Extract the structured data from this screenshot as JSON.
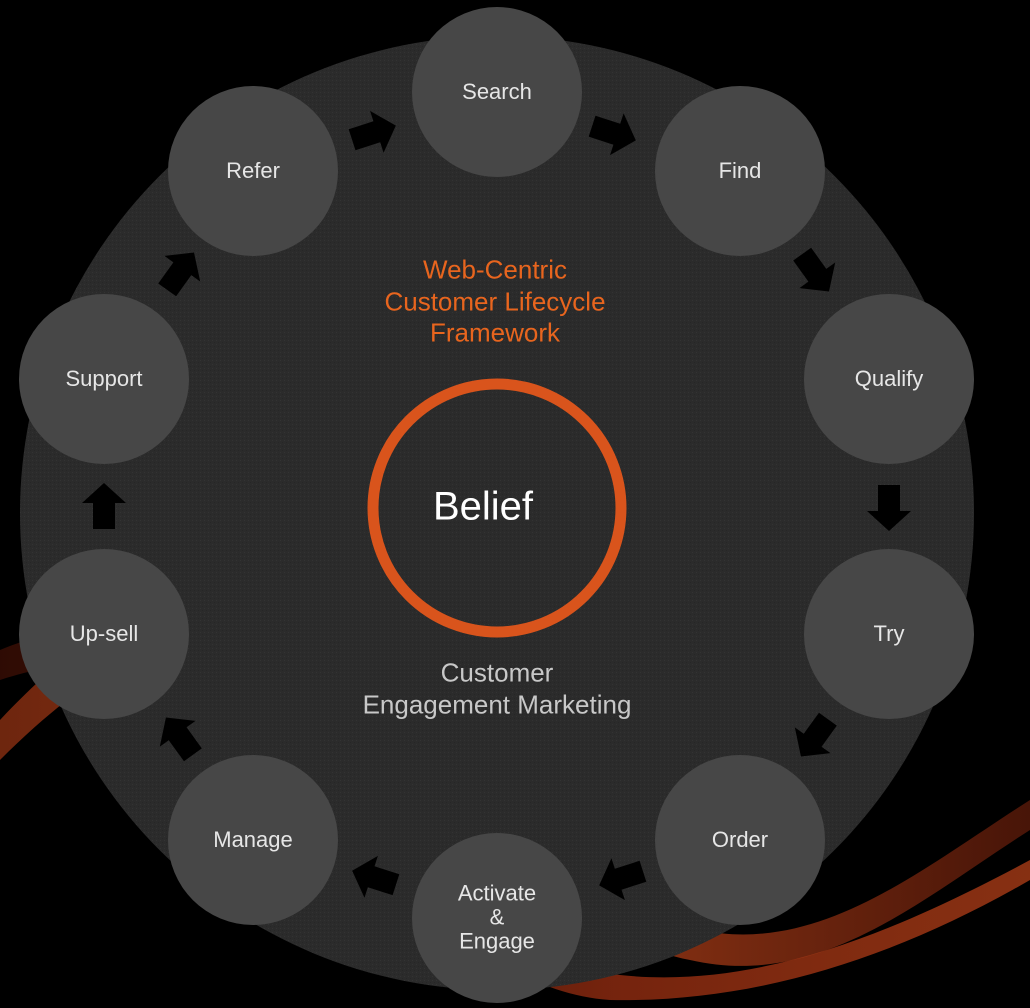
{
  "diagram": {
    "title_lines": [
      "Web-Centric",
      "Customer Lifecycle",
      "Framework"
    ],
    "center_label": "Belief",
    "subtitle_lines": [
      "Customer",
      "Engagement Marketing"
    ],
    "nodes": [
      {
        "label": "Search"
      },
      {
        "label": "Find"
      },
      {
        "label": "Qualify"
      },
      {
        "label": "Try"
      },
      {
        "label": "Order"
      },
      {
        "label": "Activate\n&\nEngage"
      },
      {
        "label": "Manage"
      },
      {
        "label": "Up-sell"
      },
      {
        "label": "Support"
      },
      {
        "label": "Refer"
      }
    ],
    "colors": {
      "background": "#000000",
      "big_circle": "#2b2b2b",
      "node_fill": "#474747",
      "accent_orange": "#e8651e",
      "ring_orange": "#d9541c",
      "arrow": "#000000"
    }
  }
}
